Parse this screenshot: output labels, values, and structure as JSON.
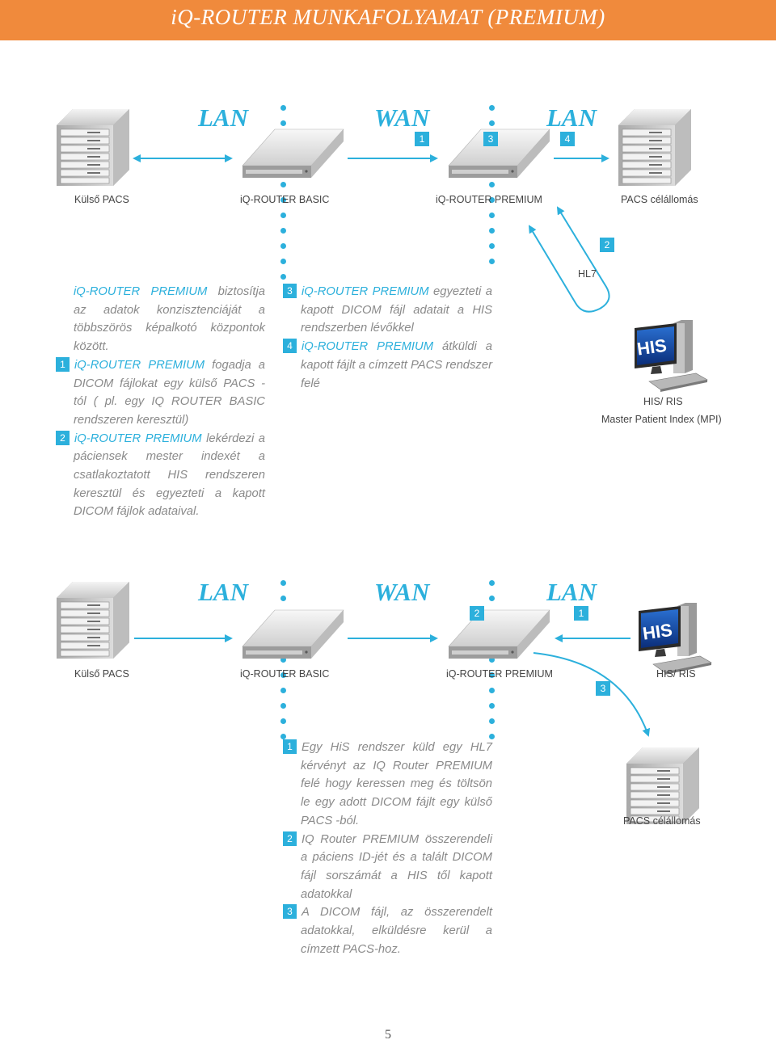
{
  "header": {
    "title": "iQ-ROUTER MUNKAFOLYAMAT (PREMIUM)"
  },
  "colors": {
    "accent": "#2cb0dc",
    "banner": "#f08a3c"
  },
  "diagram1": {
    "zones": [
      "LAN",
      "WAN",
      "LAN"
    ],
    "badges": [
      "1",
      "3",
      "4",
      "2"
    ],
    "hl7": "HL7",
    "nodes": {
      "external_pacs": "Külső PACS",
      "basic": "iQ-ROUTER BASIC",
      "premium": "iQ-ROUTER PREMIUM",
      "pacs_target": "PACS célállomás",
      "his": "HIS/ RIS",
      "his_sub": "Master Patient Index (MPI)",
      "his_screen": "HIS"
    },
    "left_text": {
      "intro_hl": "iQ-ROUTER PREMIUM",
      "intro": " biztosítja az adatok konzisztenciáját a többszörös képalkotó központok között.",
      "i1_num": "1",
      "i1_hl": "iQ-ROUTER PREMIUM",
      "i1": " fogadja a DICOM fájlokat egy külső PACS - tól ( pl. egy IQ ROUTER BASIC rendszeren keresztül)",
      "i2_num": "2",
      "i2_hl": "iQ-ROUTER PREMIUM",
      "i2": " lekérdezi a páciensek mester indexét a csatlakoztatott HIS rendszeren keresztül és egyezteti a kapott DICOM fájlok adataival."
    },
    "mid_text": {
      "i3_num": "3",
      "i3_hl": "iQ-ROUTER PREMIUM",
      "i3": " egyezteti a kapott DICOM fájl adatait a HIS rendszerben lévőkkel",
      "i4_num": "4",
      "i4_hl": "iQ-ROUTER PREMIUM",
      "i4": " átküldi a kapott fájlt a címzett PACS rendszer felé"
    }
  },
  "diagram2": {
    "zones": [
      "LAN",
      "WAN",
      "LAN"
    ],
    "badges": [
      "2",
      "1",
      "3"
    ],
    "nodes": {
      "external_pacs": "Külső PACS",
      "basic": "iQ-ROUTER BASIC",
      "premium": "iQ-ROUTER PREMIUM",
      "his": "HIS/ RIS",
      "pacs_target": "PACS célállomás",
      "his_screen": "HIS"
    },
    "steps": {
      "s1_num": "1",
      "s1": "Egy HiS rendszer küld egy HL7 kérvényt az IQ Router PREMIUM felé hogy keressen meg és töltsön le egy adott DICOM fájlt egy külső PACS -ból.",
      "s2_num": "2",
      "s2": "IQ Router PREMIUM összerendeli a páciens ID-jét és a talált DICOM fájl sorszámát a HIS től kapott adatokkal",
      "s3_num": "3",
      "s3": "A DICOM fájl, az összerendelt adatokkal, elküldésre kerül a címzett PACS-hoz."
    }
  },
  "footer": {
    "page_number": "5"
  }
}
